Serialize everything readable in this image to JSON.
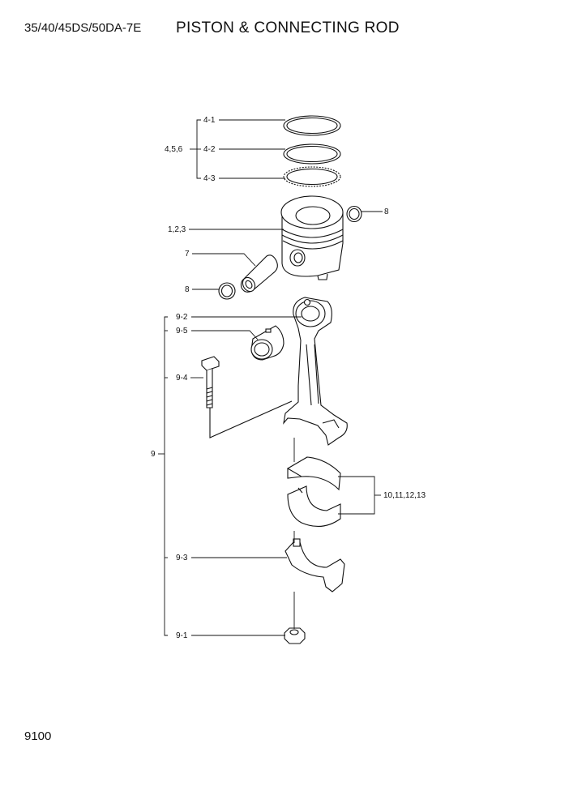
{
  "header": {
    "model": "35/40/45DS/50DA-7E",
    "title": "PISTON & CONNECTING ROD"
  },
  "footer": {
    "page_number": "9100"
  },
  "callouts": {
    "c41": "4-1",
    "c42": "4-2",
    "c43": "4-3",
    "c456": "4,5,6",
    "c8a": "8",
    "c123": "1,2,3",
    "c7": "7",
    "c8b": "8",
    "c92": "9-2",
    "c95": "9-5",
    "c94": "9-4",
    "c9": "9",
    "c10": "10,11,12,13",
    "c93": "9-3",
    "c91": "9-1"
  }
}
